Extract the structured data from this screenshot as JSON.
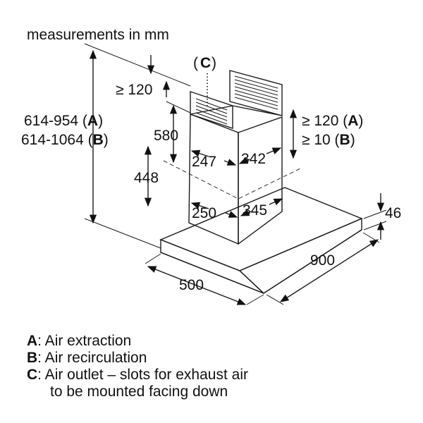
{
  "header": {
    "measurements_label": "measurements in mm"
  },
  "labels": {
    "outlet_marker": "C",
    "top_clearance": "≥ 120",
    "total_height_a": "614-954",
    "total_height_b": "614-1064",
    "suffix_a": "A",
    "suffix_b": "B",
    "upper_chimney_height": "580",
    "lower_chimney_height": "448",
    "upper_depth": "247",
    "upper_width": "342",
    "lower_depth": "250",
    "lower_width": "345",
    "right_clearance_a": "≥ 120",
    "right_clearance_b": "≥ 10",
    "hood_thickness": "46",
    "hood_depth": "500",
    "hood_width": "900"
  },
  "legend": {
    "items": [
      {
        "key": "A",
        "text": ": Air extraction"
      },
      {
        "key": "B",
        "text": ": Air recirculation"
      },
      {
        "key": "C",
        "text": ": Air outlet – slots for exhaust air"
      }
    ],
    "continuation": "to be mounted facing down"
  },
  "colors": {
    "line": "#1a1a1a",
    "text": "#111111"
  }
}
